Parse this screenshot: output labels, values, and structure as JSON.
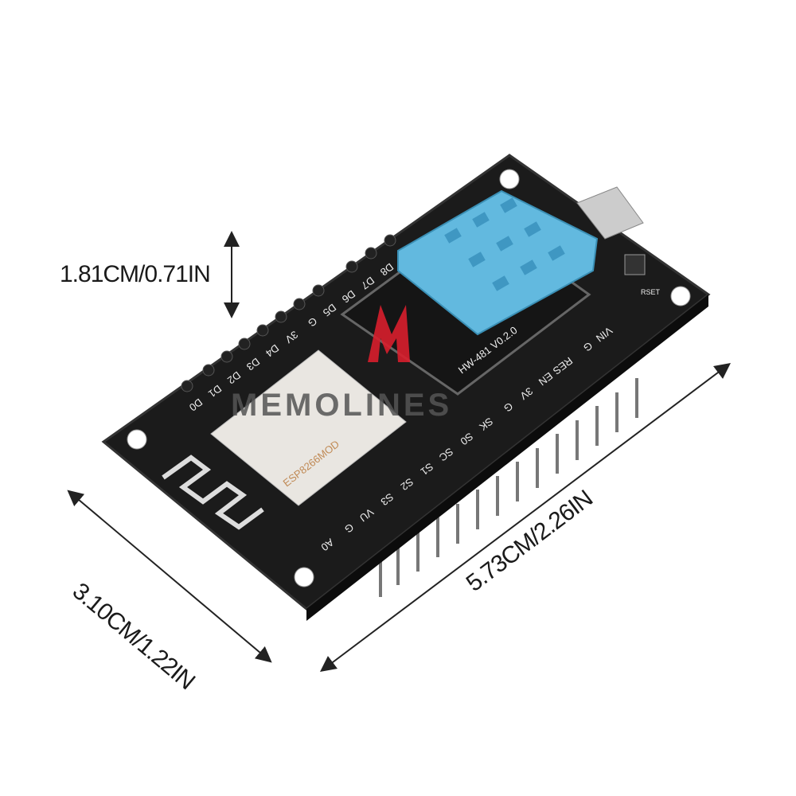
{
  "dimensions": {
    "height": "1.81CM/0.71IN",
    "width": "3.10CM/1.22IN",
    "length": "5.73CM/2.26IN"
  },
  "watermark": "MEMOLINES",
  "sensor_board_label": "HW-481 V0.2.0",
  "reset_label": "RSET",
  "module_label": "ESP8266MOD",
  "pins_left": [
    "D0",
    "D1",
    "D2",
    "D3",
    "D4",
    "3V",
    "G",
    "D5",
    "D6",
    "D7",
    "D8"
  ],
  "pins_right": [
    "VIN",
    "G",
    "RES",
    "EN",
    "3V",
    "G",
    "SK",
    "S0",
    "SC",
    "S1",
    "S2",
    "S3",
    "VU",
    "G",
    "A0"
  ],
  "colors": {
    "board": "#1b1b1b",
    "sensor": "#5fb8de",
    "arrow": "#222222",
    "logo": "#d81e2c"
  }
}
